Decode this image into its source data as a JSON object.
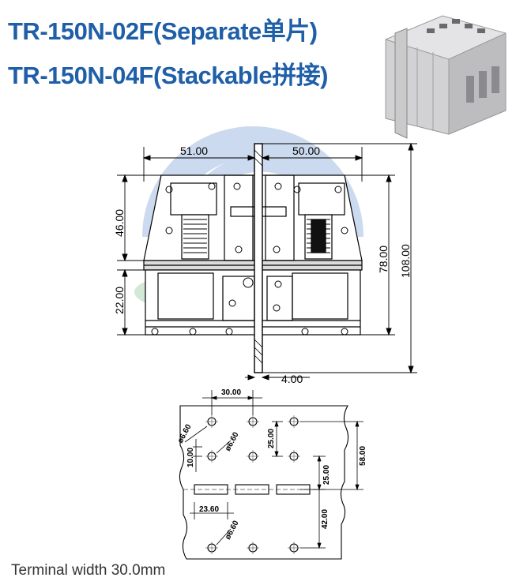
{
  "titles": {
    "line1": "TR-150N-02F(Separate单片)",
    "line2": "TR-150N-04F(Stackable拼接)"
  },
  "front_view": {
    "dim_left_width": "51.00",
    "dim_right_width": "50.00",
    "dim_upper_height": "46.00",
    "dim_lower_height": "22.00",
    "dim_body_height": "78.00",
    "dim_total_height": "108.00",
    "dim_plate_thickness": "4.00"
  },
  "pcb_layout": {
    "dim_pitch": "30.00",
    "dim_hole_diameter_a": "ø6.60",
    "dim_hole_diameter_b": "ø6.60",
    "dim_hole_diameter_c": "ø6.60",
    "dim_row_spacing": "25.00",
    "dim_hole_offset": "10.00",
    "dim_slot_length": "23.60",
    "dim_slot_spacing": "25.00",
    "dim_overall_height": "58.00",
    "dim_lower_height": "42.00"
  },
  "caption": "Terminal width 30.0mm",
  "colors": {
    "title": "#1f5fa8",
    "watermark_blue": "#c7d6ee",
    "watermark_green": "#cfe6d2",
    "line": "#000000"
  }
}
